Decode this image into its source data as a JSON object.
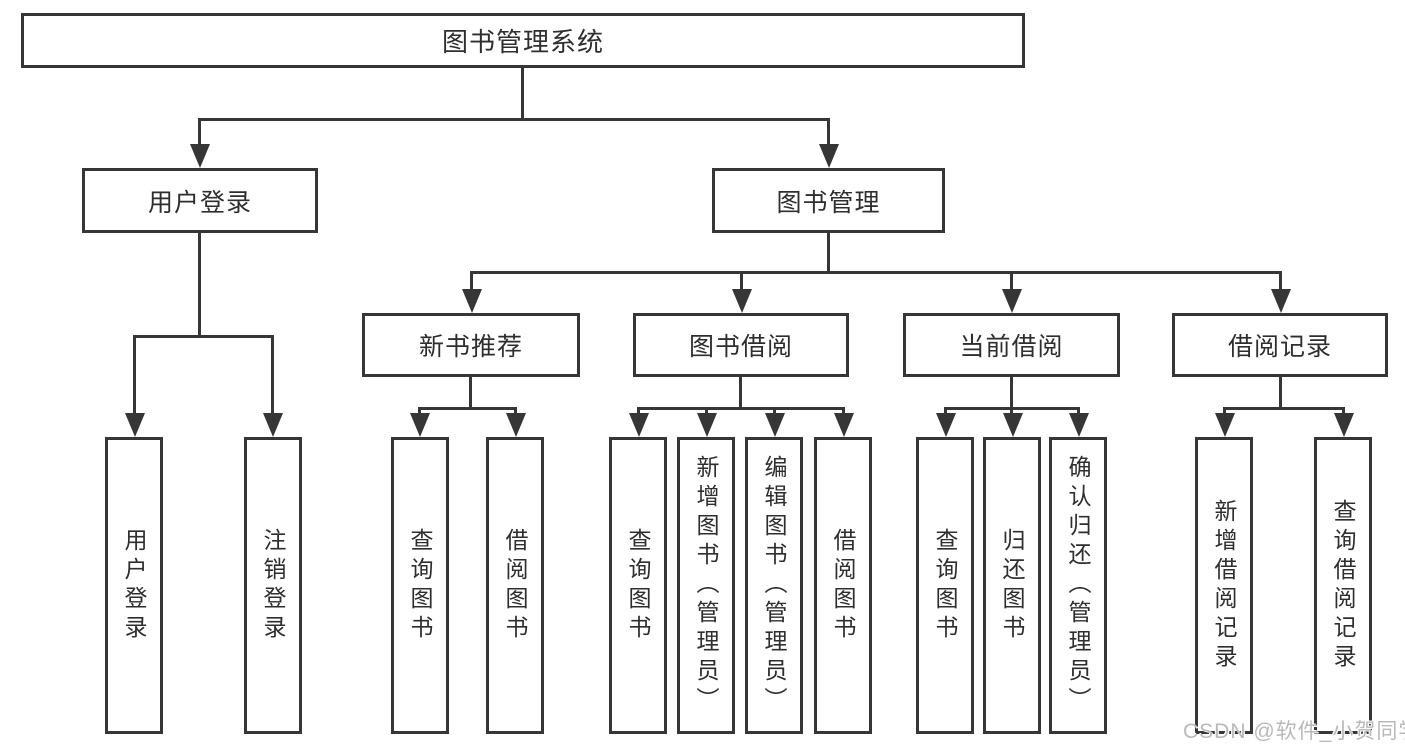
{
  "colors": {
    "line": "#363636",
    "text": "#2e2e2e",
    "watermark": "#b9b9b9"
  },
  "diagram": {
    "root": {
      "label": "图书管理系统"
    },
    "branches": [
      {
        "label": "用户登录",
        "children": [
          {
            "label": "用户登录"
          },
          {
            "label": "注销登录"
          }
        ]
      },
      {
        "label": "图书管理",
        "children": [
          {
            "label": "新书推荐",
            "children": [
              {
                "label": "查询图书"
              },
              {
                "label": "借阅图书"
              }
            ]
          },
          {
            "label": "图书借阅",
            "children": [
              {
                "label": "查询图书"
              },
              {
                "label": "新增图书（管理员）"
              },
              {
                "label": "编辑图书（管理员）"
              },
              {
                "label": "借阅图书"
              }
            ]
          },
          {
            "label": "当前借阅",
            "children": [
              {
                "label": "查询图书"
              },
              {
                "label": "归还图书"
              },
              {
                "label": "确认归还（管理员）"
              }
            ]
          },
          {
            "label": "借阅记录",
            "children": [
              {
                "label": "新增借阅记录"
              },
              {
                "label": "查询借阅记录"
              }
            ]
          }
        ]
      }
    ]
  },
  "watermark": {
    "text": "CSDN @软件_小贺同学"
  }
}
